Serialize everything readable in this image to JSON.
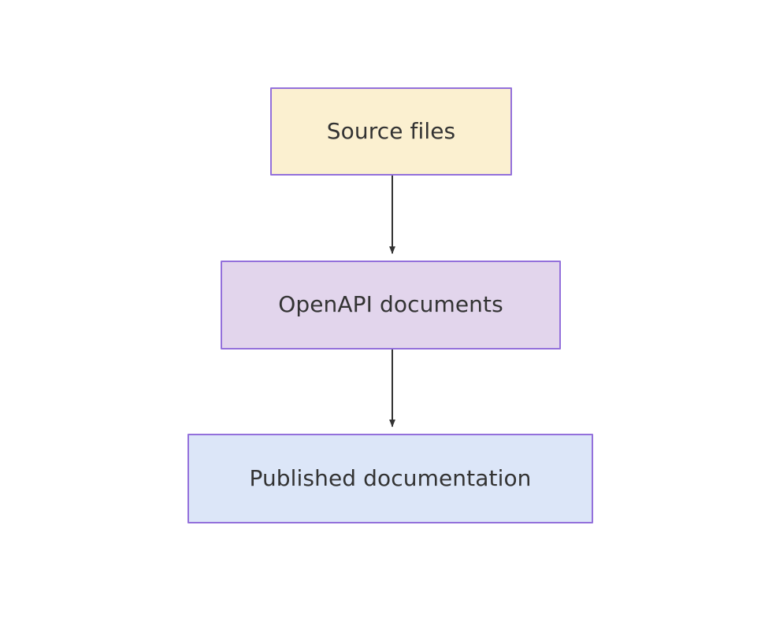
{
  "diagram": {
    "type": "flowchart",
    "direction": "top-to-bottom",
    "background_color": "#ffffff",
    "nodes": [
      {
        "id": "source-files",
        "label": "Source files",
        "fill_color": "#fbf0d0",
        "border_color": "#9370db",
        "text_color": "#333333"
      },
      {
        "id": "openapi-documents",
        "label": "OpenAPI documents",
        "fill_color": "#e2d5ec",
        "border_color": "#9370db",
        "text_color": "#333333"
      },
      {
        "id": "published-documentation",
        "label": "Published documentation",
        "fill_color": "#dce6f8",
        "border_color": "#9370db",
        "text_color": "#333333"
      }
    ],
    "edges": [
      {
        "id": "edge-source-to-openapi",
        "from": "source-files",
        "to": "openapi-documents",
        "label": "",
        "color": "#333333",
        "arrowhead": "solid-triangle"
      },
      {
        "id": "edge-openapi-to-published",
        "from": "openapi-documents",
        "to": "published-documentation",
        "label": "",
        "color": "#333333",
        "arrowhead": "solid-triangle"
      }
    ]
  }
}
